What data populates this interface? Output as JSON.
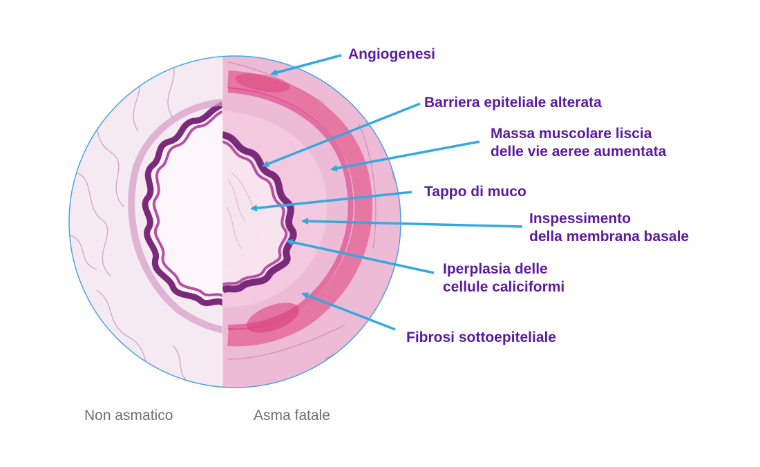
{
  "labels": {
    "angiogenesi": "Angiogenesi",
    "barriera": "Barriera epiteliale alterata",
    "massa_1": "Massa muscolare liscia",
    "massa_2": "delle vie aeree aumentata",
    "tappo": "Tappo di muco",
    "inspessimento_1": "Inspessimento",
    "inspessimento_2": "della membrana basale",
    "iperplasia_1": "Iperplasia delle",
    "iperplasia_2": "cellule caliciformi",
    "fibrosi": "Fibrosi sottoepiteliale"
  },
  "captions": {
    "left": "Non asmatico",
    "right": "Asma fatale"
  },
  "colors": {
    "label": "#5b1aa0",
    "arrow": "#35a9dd",
    "caption": "#6e6e6e",
    "circle_border": "#4aa3df",
    "tissue_dark": "#7b2a7a",
    "tissue_light": "#f3d8ea",
    "muscle": "#e0407a"
  }
}
